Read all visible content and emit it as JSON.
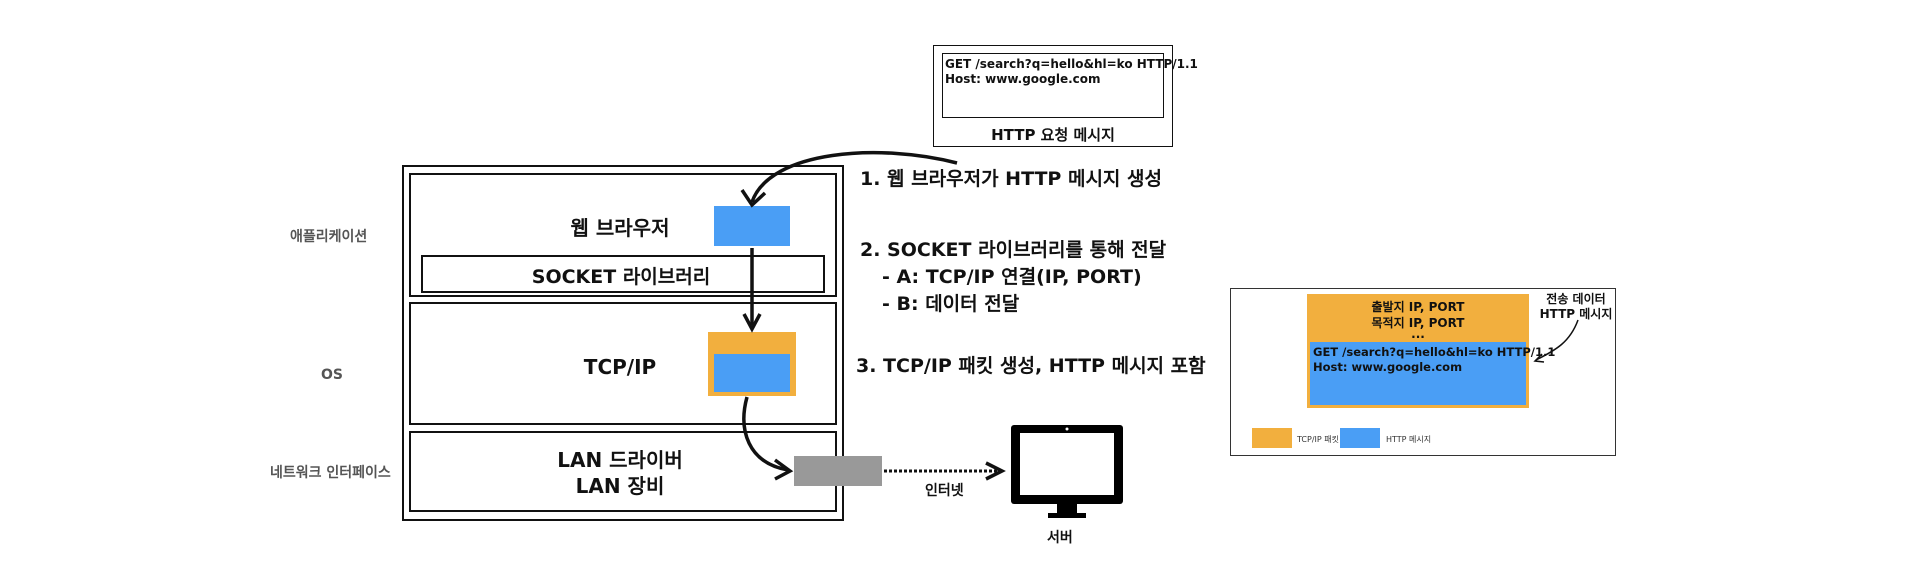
{
  "layers": {
    "application": "애플리케이션",
    "os": "OS",
    "network_interface": "네트워크 인터페이스"
  },
  "stack": {
    "web_browser": "웹 브라우저",
    "socket_library": "SOCKET 라이브러리",
    "tcpip": "TCP/IP",
    "lan_driver": "LAN 드라이버",
    "lan_device": "LAN 장비"
  },
  "http_request_box": {
    "line1": "GET /search?q=hello&hl=ko HTTP/1.1",
    "line2": "Host: www.google.com",
    "caption": "HTTP 요청 메시지"
  },
  "steps": {
    "step1": "1. 웹 브라우저가 HTTP 메시지 생성",
    "step2": "2. SOCKET 라이브러리를 통해 전달",
    "step2_a": "- A: TCP/IP 연결(IP, PORT)",
    "step2_b": "- B: 데이터 전달",
    "step3": "3. TCP/IP 패킷 생성, HTTP 메시지 포함"
  },
  "internet_label": "인터넷",
  "server_label": "서버",
  "packet_detail": {
    "source": "출발지 IP, PORT",
    "dest": "목적지 IP, PORT",
    "ellipsis": "...",
    "http_line1": "GET /search?q=hello&hl=ko HTTP/1.1",
    "http_line2": "Host: www.google.com",
    "annotation_line1": "전송 데이터",
    "annotation_line2": "HTTP 메시지",
    "legend_tcpip": "TCP/IP 패킷",
    "legend_http": "HTTP 메시지"
  },
  "colors": {
    "tcpip_orange": "#F2AF3E",
    "http_blue": "#4A9EF5",
    "lan_gray": "#999999"
  }
}
